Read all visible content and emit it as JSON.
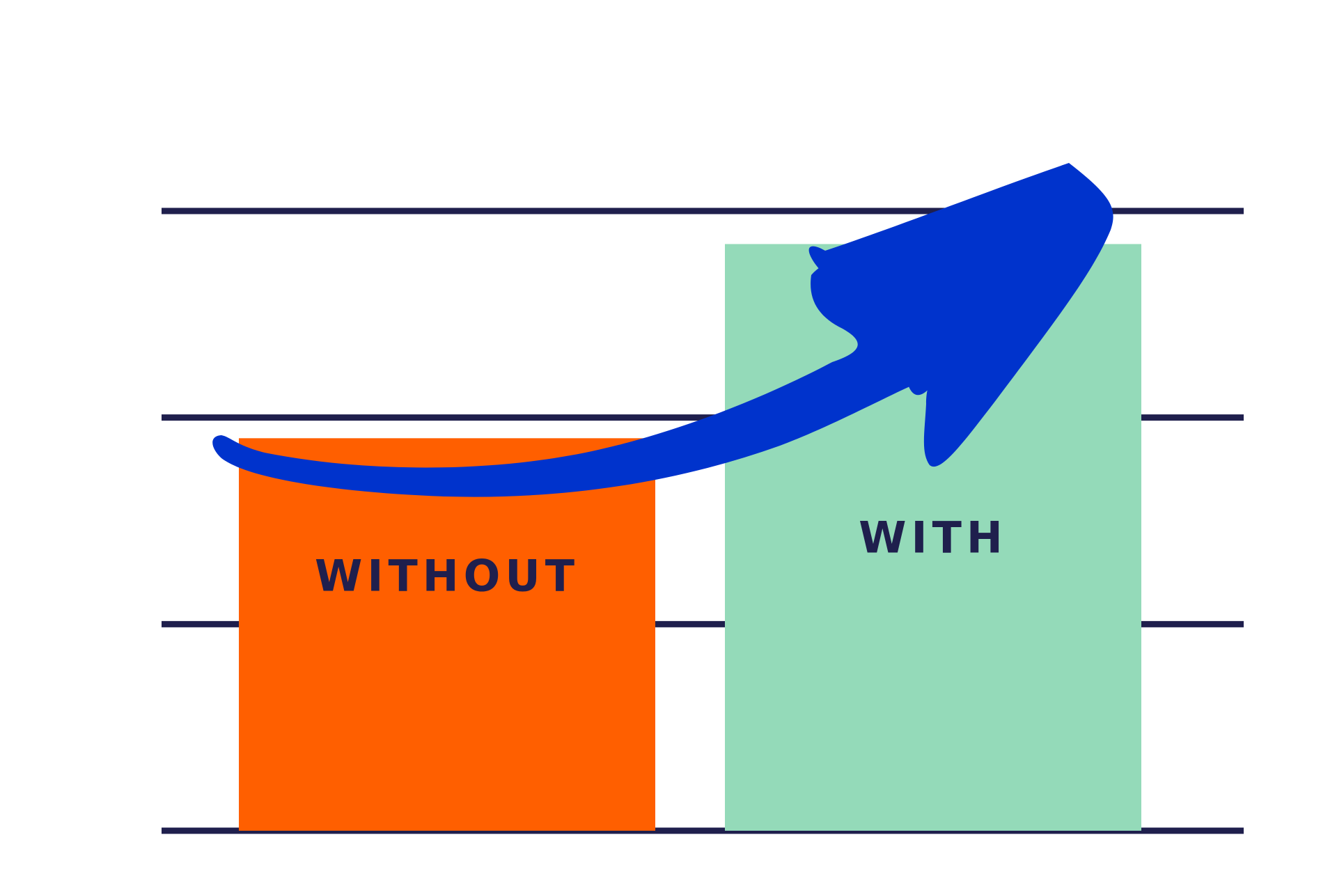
{
  "chart_data": {
    "type": "bar",
    "categories": [
      "WITHOUT",
      "WITH"
    ],
    "values": [
      1.9,
      2.84
    ],
    "ylim": [
      0,
      3
    ],
    "grid": true,
    "legend": "none",
    "title": "",
    "xlabel": "",
    "ylabel": ""
  },
  "colors": {
    "background": "#ffffff",
    "gridline": "#1f1f4d",
    "bars": [
      "#ff5f00",
      "#94dab9"
    ],
    "label_text": "#1f1f4d",
    "arrow": "#0033cc"
  },
  "decorations": {
    "arrow_icon": "upward-swoosh-arrow-icon"
  }
}
